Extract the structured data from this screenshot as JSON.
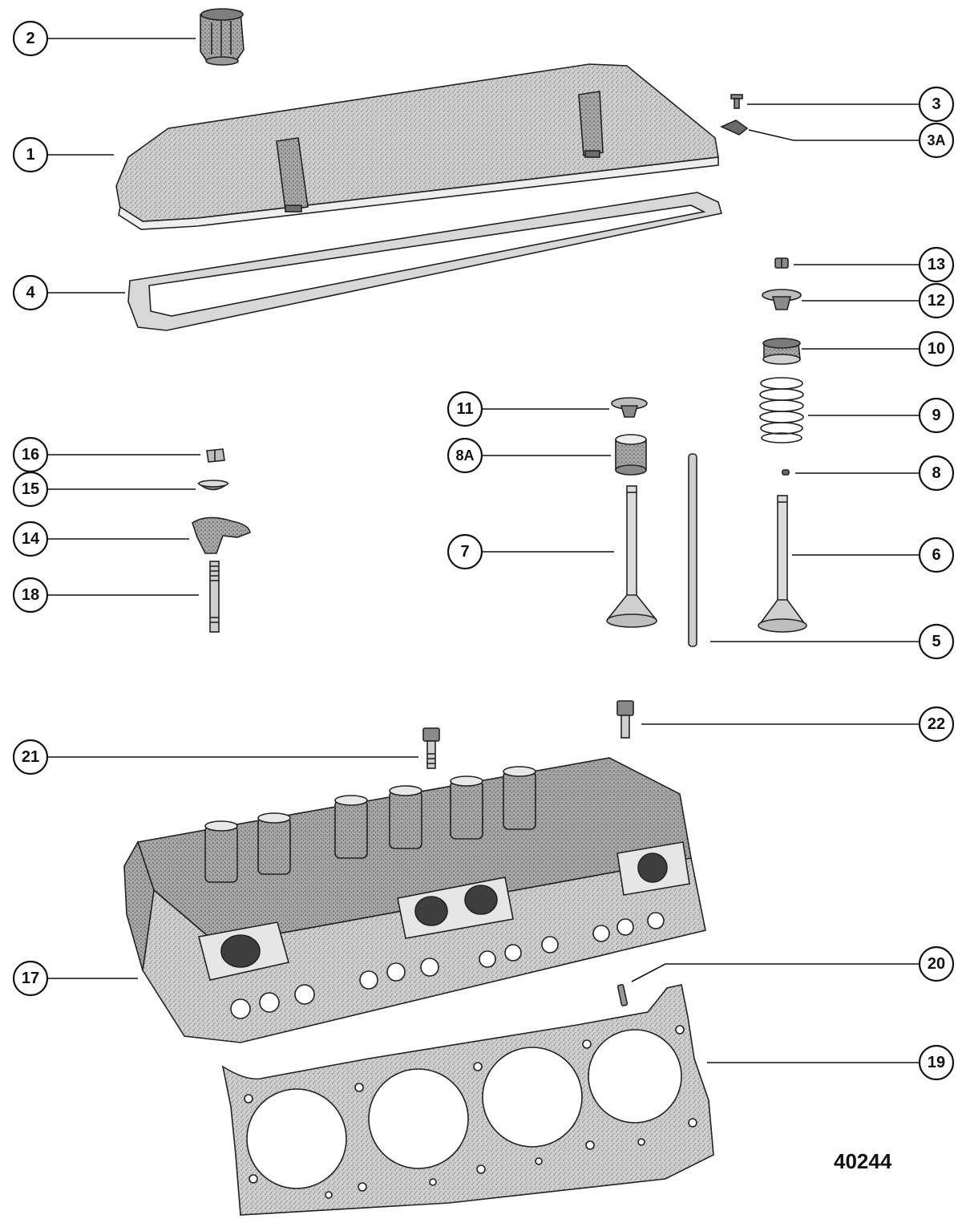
{
  "drawing_number": "40244",
  "callouts": [
    {
      "label": "1",
      "part": "valve-cover"
    },
    {
      "label": "2",
      "part": "oil-filler-cap"
    },
    {
      "label": "3",
      "part": "screw"
    },
    {
      "label": "3A",
      "part": "clip"
    },
    {
      "label": "4",
      "part": "valve-cover-gasket"
    },
    {
      "label": "5",
      "part": "push-rod"
    },
    {
      "label": "6",
      "part": "intake-valve"
    },
    {
      "label": "7",
      "part": "exhaust-valve"
    },
    {
      "label": "8",
      "part": "valve-seal"
    },
    {
      "label": "8A",
      "part": "valve-rotator"
    },
    {
      "label": "9",
      "part": "valve-spring"
    },
    {
      "label": "10",
      "part": "spring-shield"
    },
    {
      "label": "11",
      "part": "exhaust-retainer"
    },
    {
      "label": "12",
      "part": "intake-retainer"
    },
    {
      "label": "13",
      "part": "valve-keys"
    },
    {
      "label": "14",
      "part": "rocker-arm"
    },
    {
      "label": "15",
      "part": "rocker-ball"
    },
    {
      "label": "16",
      "part": "rocker-nut"
    },
    {
      "label": "17",
      "part": "cylinder-head"
    },
    {
      "label": "18",
      "part": "rocker-stud"
    },
    {
      "label": "19",
      "part": "head-gasket"
    },
    {
      "label": "20",
      "part": "dowel-pin"
    },
    {
      "label": "21",
      "part": "head-bolt-long"
    },
    {
      "label": "22",
      "part": "head-bolt-short"
    }
  ]
}
